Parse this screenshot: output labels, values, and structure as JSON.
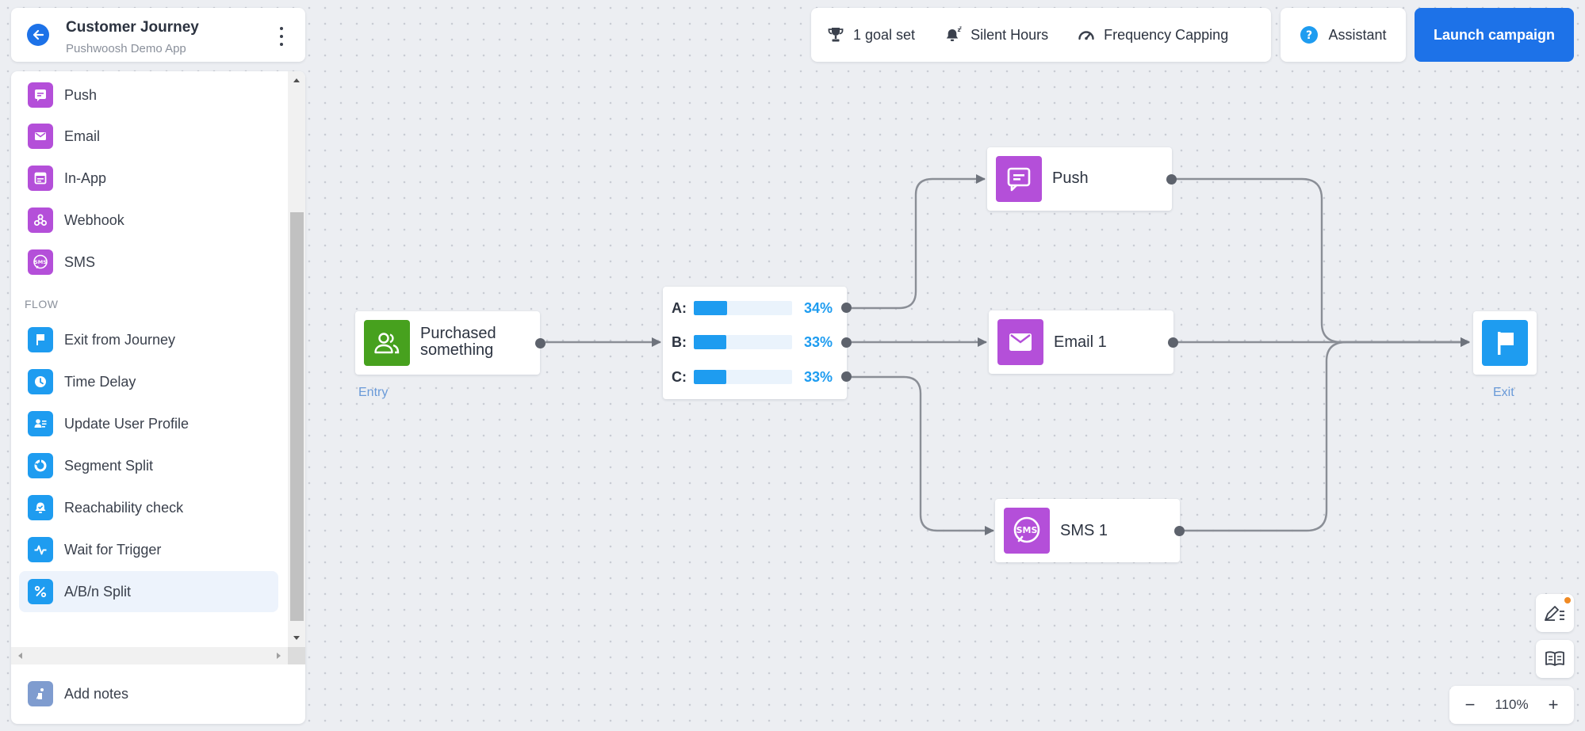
{
  "header": {
    "title": "Customer Journey",
    "subtitle": "Pushwoosh Demo App",
    "back_icon": "arrow-left-icon",
    "menu_icon": "kebab-menu-icon"
  },
  "sidebar": {
    "channel_items": [
      {
        "label": "Push",
        "icon": "push-message-icon"
      },
      {
        "label": "Email",
        "icon": "envelope-icon"
      },
      {
        "label": "In-App",
        "icon": "in-app-icon"
      },
      {
        "label": "Webhook",
        "icon": "webhook-icon"
      },
      {
        "label": "SMS",
        "icon": "sms-icon"
      }
    ],
    "flow_heading": "FLOW",
    "flow_items": [
      {
        "label": "Exit from Journey",
        "icon": "flag-icon"
      },
      {
        "label": "Time Delay",
        "icon": "clock-icon"
      },
      {
        "label": "Update User Profile",
        "icon": "user-profile-icon"
      },
      {
        "label": "Segment Split",
        "icon": "segment-icon"
      },
      {
        "label": "Reachability check",
        "icon": "bell-check-icon"
      },
      {
        "label": "Wait for Trigger",
        "icon": "pulse-icon"
      },
      {
        "label": "A/B/n Split",
        "icon": "percent-icon",
        "active": true
      }
    ],
    "add_notes": "Add notes"
  },
  "toolbar": {
    "goal": "1 goal set",
    "silent_hours": "Silent Hours",
    "frequency_capping": "Frequency Capping",
    "assistant": "Assistant",
    "launch": "Launch campaign"
  },
  "canvas": {
    "entry": {
      "label_line1": "Purchased",
      "label_line2": "something",
      "tag": "Entry"
    },
    "split": {
      "rows": [
        {
          "letter": "A:",
          "percent": "34%",
          "value": 34
        },
        {
          "letter": "B:",
          "percent": "33%",
          "value": 33
        },
        {
          "letter": "C:",
          "percent": "33%",
          "value": 33
        }
      ]
    },
    "push_node": {
      "label": "Push"
    },
    "email_node": {
      "label": "Email 1"
    },
    "sms_node": {
      "label": "SMS 1",
      "icon_text": "SMS"
    },
    "exit": {
      "tag": "Exit"
    }
  },
  "zoom": {
    "level": "110%",
    "minus": "−",
    "plus": "+"
  },
  "colors": {
    "accent": "#1d72e8",
    "channel_purple": "#b44fd9",
    "flow_blue": "#1e9cf0",
    "entry_green": "#47a11e"
  }
}
